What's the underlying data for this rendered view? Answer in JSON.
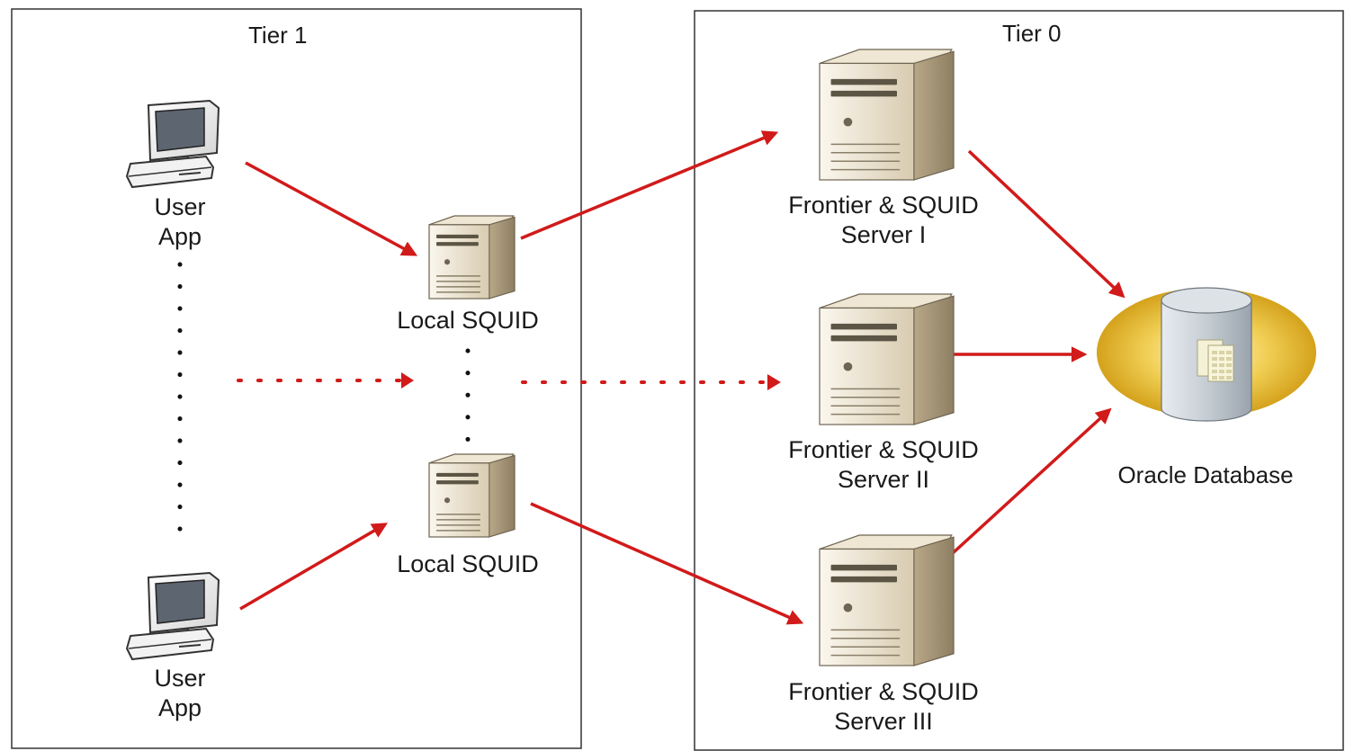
{
  "tiers": [
    {
      "title": "Tier 1"
    },
    {
      "title": "Tier 0"
    }
  ],
  "user_apps": [
    {
      "line1": "User",
      "line2": "App"
    },
    {
      "line1": "User",
      "line2": "App"
    }
  ],
  "local_squids": [
    {
      "label": "Local SQUID"
    },
    {
      "label": "Local SQUID"
    }
  ],
  "frontier_servers": [
    {
      "line1": "Frontier & SQUID",
      "line2": "Server I"
    },
    {
      "line1": "Frontier & SQUID",
      "line2": "Server II"
    },
    {
      "line1": "Frontier & SQUID",
      "line2": "Server III"
    }
  ],
  "database": {
    "label": "Oracle Database"
  },
  "colors": {
    "arrow": "#d11a1a",
    "border": "#333333",
    "server_light": "#f1e9d8",
    "server_mid": "#d7c9ab",
    "server_dark": "#9e8f72",
    "db_glow": "#e3b42c"
  }
}
